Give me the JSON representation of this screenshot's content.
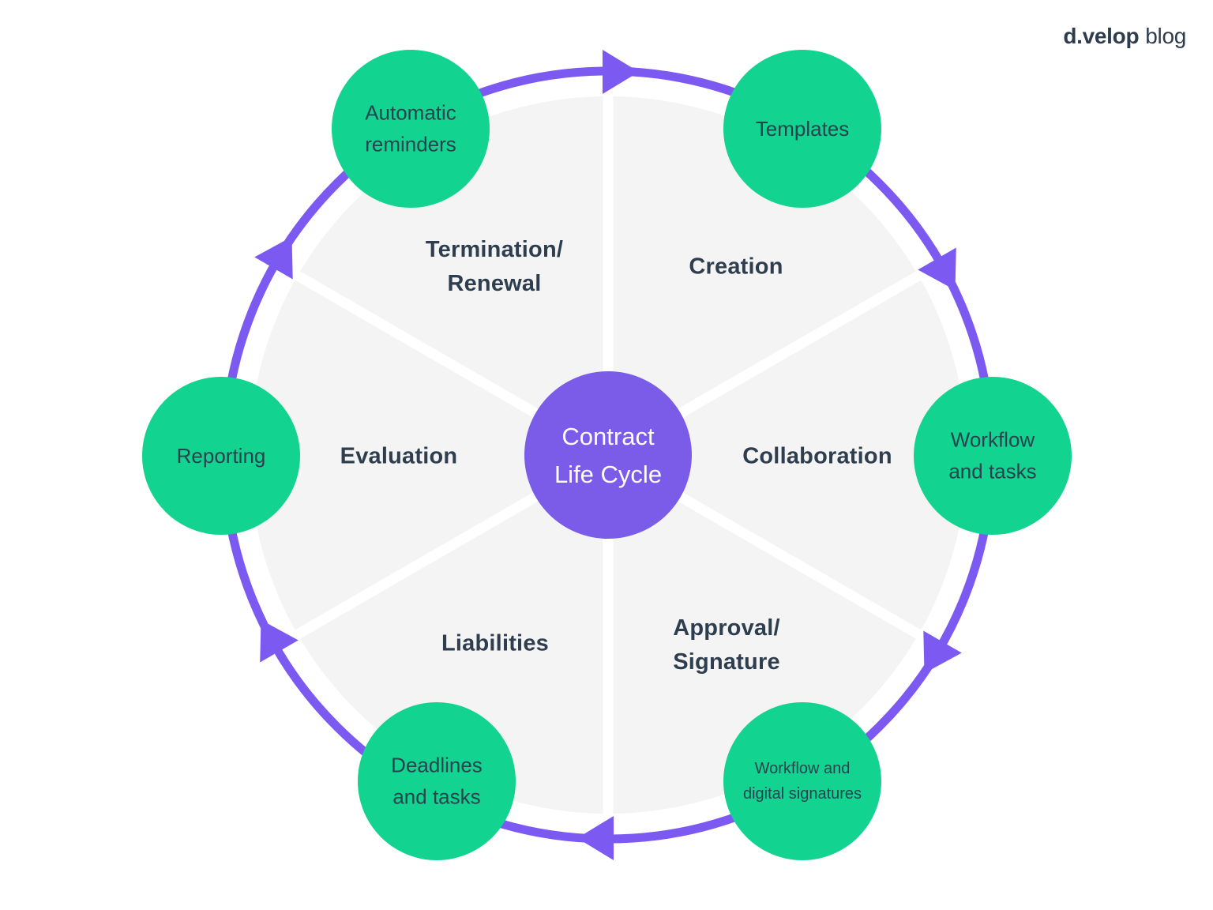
{
  "logo": {
    "brand": "d.velop",
    "suffix": "blog"
  },
  "center": {
    "label": "Contract\nLife Cycle"
  },
  "segments": [
    {
      "label": "Creation"
    },
    {
      "label": "Collaboration"
    },
    {
      "label": "Approval/\nSignature"
    },
    {
      "label": "Liabilities"
    },
    {
      "label": "Evaluation"
    },
    {
      "label": "Termination/\nRenewal"
    }
  ],
  "nodes": [
    {
      "label": "Templates"
    },
    {
      "label": "Workflow\nand tasks"
    },
    {
      "label": "Workflow and\ndigital signatures"
    },
    {
      "label": "Deadlines\nand tasks"
    },
    {
      "label": "Reporting"
    },
    {
      "label": "Automatic\nreminders"
    }
  ],
  "colors": {
    "accent_purple": "#7C5AF2",
    "hub_purple": "#7B5CE8",
    "node_green": "#12D38F",
    "disk_gray": "#F4F4F5",
    "segment_text": "#2E3E4E",
    "node_text": "#27434E",
    "center_text": "#FFFFFF"
  }
}
